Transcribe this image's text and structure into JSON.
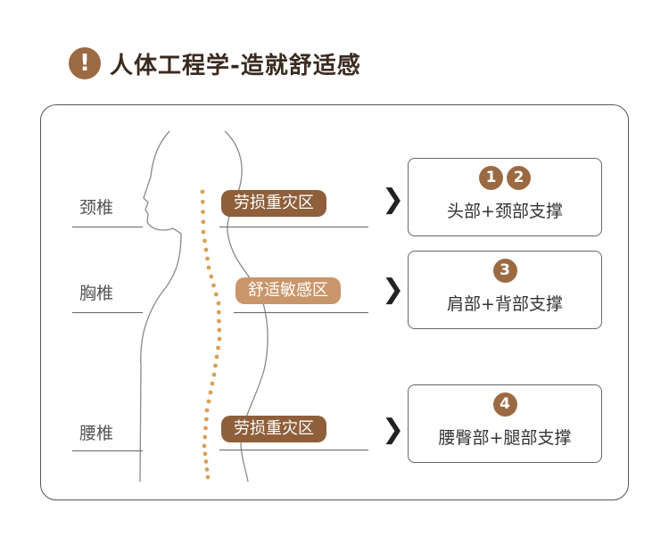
{
  "header": {
    "icon_glyph": "!",
    "title": "人体工程学-造就舒适感"
  },
  "vertebrae": [
    {
      "label": "颈椎"
    },
    {
      "label": "胸椎"
    },
    {
      "label": "腰椎"
    }
  ],
  "zones": [
    {
      "label": "劳损重灾区",
      "kind": "strain"
    },
    {
      "label": "舒适敏感区",
      "kind": "comfort"
    },
    {
      "label": "劳损重灾区",
      "kind": "strain"
    }
  ],
  "supports": [
    {
      "numbers": [
        "1",
        "2"
      ],
      "label": "头部+颈部支撑"
    },
    {
      "numbers": [
        "3"
      ],
      "label": "肩部+背部支撑"
    },
    {
      "numbers": [
        "4"
      ],
      "label": "腰臀部+腿部支撑"
    }
  ],
  "colors": {
    "accent_brown": "#9b6a43",
    "strain": "#8e5f3a",
    "comfort": "#c9956b",
    "spine_dots": "#d9a05a"
  }
}
